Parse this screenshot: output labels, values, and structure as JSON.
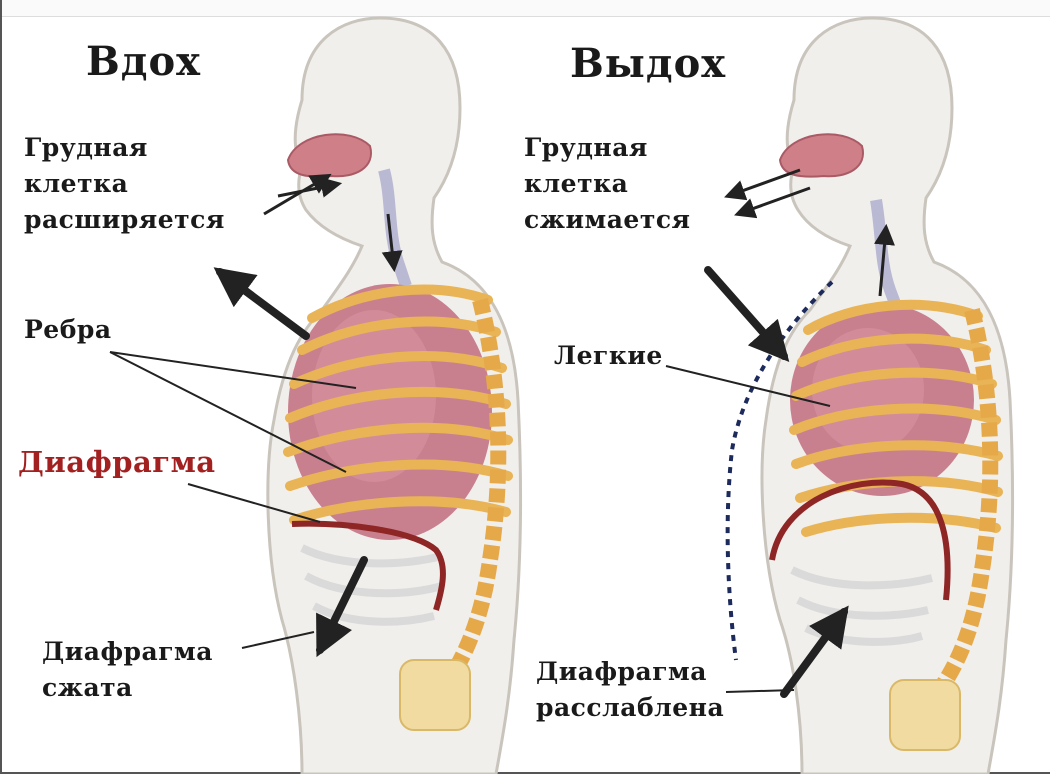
{
  "panels": {
    "inhale": {
      "title": "Вдох",
      "chest": "Грудная\nклетка\nрасширяется",
      "ribs": "Ребра",
      "diaphragm": "Диафрагма",
      "diaphragm_state": "Диафрагма\nсжата"
    },
    "exhale": {
      "title": "Выдох",
      "chest": "Грудная\nклетка\nсжимается",
      "lungs": "Легкие",
      "diaphragm_state": "Диафрагма\nрасслаблена"
    }
  },
  "colors": {
    "body_fill": "#f1efec",
    "body_outline": "#c9c4bc",
    "lung": "#c9808e",
    "rib": "#e9b456",
    "diaphragm": "#8e2626",
    "arrow": "#222222",
    "label_red": "#a32020"
  }
}
